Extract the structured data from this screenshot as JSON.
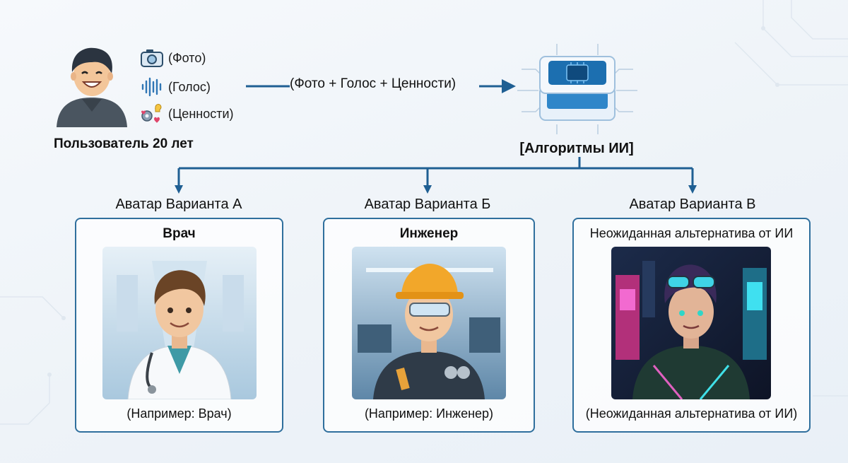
{
  "user": {
    "caption": "Пользователь 20 лет",
    "avatar_icon": "smiling-user-icon",
    "inputs": [
      {
        "icon": "camera-icon",
        "label": "(Фото)"
      },
      {
        "icon": "voice-wave-icon",
        "label": "(Голос)"
      },
      {
        "icon": "values-gears-hearts-icon",
        "label": "(Ценности)"
      }
    ]
  },
  "flow": {
    "label": "(Фото + Голос + Ценности)",
    "processor_icon": "ai-chip-icon",
    "processor_label": "[Алгоритмы ИИ]"
  },
  "variants": [
    {
      "heading": "Аватар Варианта А",
      "title": "Врач",
      "caption": "(Например: Врач)",
      "image": "doctor-avatar-image"
    },
    {
      "heading": "Аватар Варианта Б",
      "title": "Инженер",
      "caption": "(Например: Инженер)",
      "image": "engineer-avatar-image"
    },
    {
      "heading": "Аватар Варианта В",
      "title": "Неожиданная альтернатива от ИИ",
      "caption": "(Неожиданная альтернатива от ИИ)",
      "image": "cyberpunk-avatar-image"
    }
  ],
  "colors": {
    "accent": "#1f5f93",
    "card_border": "#2f6f9d",
    "chip": "#1c6fb0"
  }
}
